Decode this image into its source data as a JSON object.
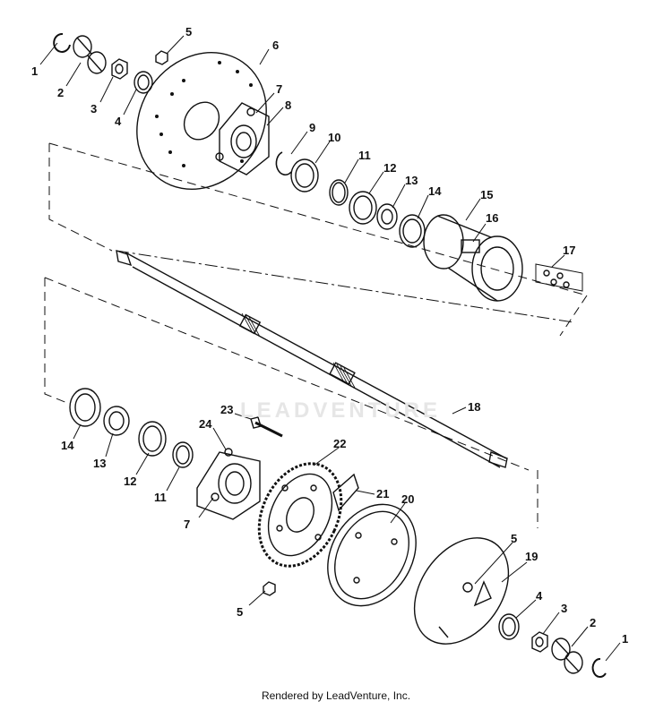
{
  "diagram": {
    "callouts": [
      {
        "id": "c1-top",
        "text": "1"
      },
      {
        "id": "c2-top",
        "text": "2"
      },
      {
        "id": "c3-top",
        "text": "3"
      },
      {
        "id": "c4-top",
        "text": "4"
      },
      {
        "id": "c5-top",
        "text": "5"
      },
      {
        "id": "c6",
        "text": "6"
      },
      {
        "id": "c7-top",
        "text": "7"
      },
      {
        "id": "c8",
        "text": "8"
      },
      {
        "id": "c9",
        "text": "9"
      },
      {
        "id": "c10",
        "text": "10"
      },
      {
        "id": "c11-top",
        "text": "11"
      },
      {
        "id": "c12-top",
        "text": "12"
      },
      {
        "id": "c13-top",
        "text": "13"
      },
      {
        "id": "c14-top",
        "text": "14"
      },
      {
        "id": "c15",
        "text": "15"
      },
      {
        "id": "c16",
        "text": "16"
      },
      {
        "id": "c17",
        "text": "17"
      },
      {
        "id": "c18",
        "text": "18"
      },
      {
        "id": "c14-bot",
        "text": "14"
      },
      {
        "id": "c13-bot",
        "text": "13"
      },
      {
        "id": "c12-bot",
        "text": "12"
      },
      {
        "id": "c11-bot",
        "text": "11"
      },
      {
        "id": "c7-bot",
        "text": "7"
      },
      {
        "id": "c23",
        "text": "23"
      },
      {
        "id": "c24",
        "text": "24"
      },
      {
        "id": "c22",
        "text": "22"
      },
      {
        "id": "c21",
        "text": "21"
      },
      {
        "id": "c20",
        "text": "20"
      },
      {
        "id": "c5-bot-left",
        "text": "5"
      },
      {
        "id": "c5-bot-right",
        "text": "5"
      },
      {
        "id": "c19",
        "text": "19"
      },
      {
        "id": "c4-bot",
        "text": "4"
      },
      {
        "id": "c3-bot",
        "text": "3"
      },
      {
        "id": "c2-bot",
        "text": "2"
      },
      {
        "id": "c1-bot",
        "text": "1"
      }
    ]
  },
  "watermark": {
    "text": "LEADVENTURE"
  },
  "footer": {
    "text": "Rendered by LeadVenture, Inc."
  }
}
